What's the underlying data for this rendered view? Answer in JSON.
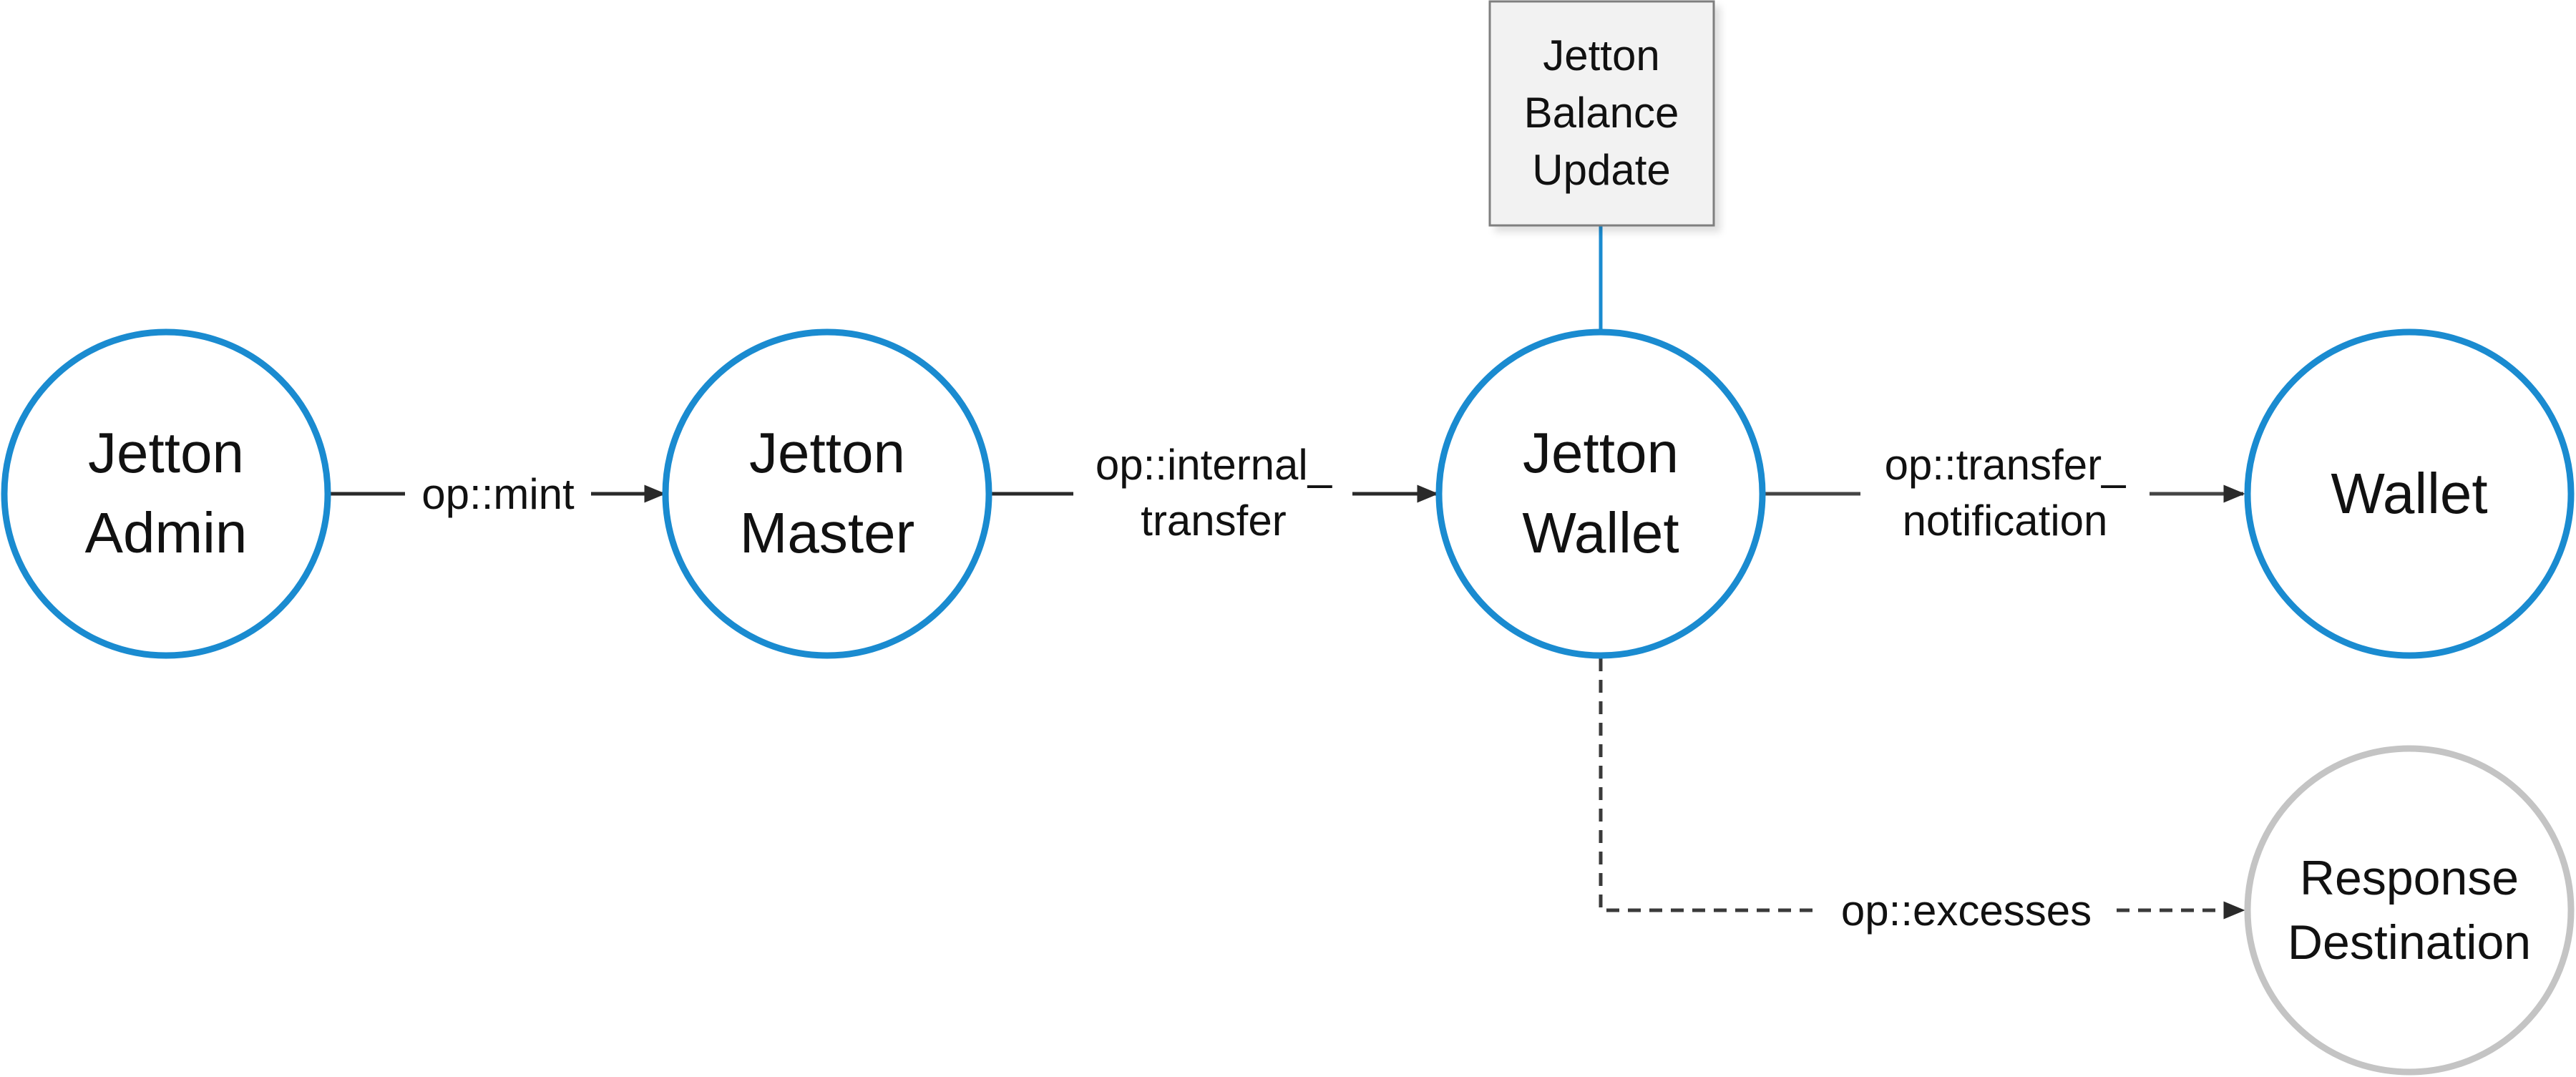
{
  "colors": {
    "node_border": "#1a8bd0",
    "inactive_border": "#c4c4c4",
    "edge": "#3a3a3a",
    "box_fill": "#f2f2f2",
    "box_border": "#7f7f7f"
  },
  "nodes": {
    "jetton_admin": {
      "line1": "Jetton",
      "line2": "Admin"
    },
    "jetton_master": {
      "line1": "Jetton",
      "line2": "Master"
    },
    "jetton_wallet": {
      "line1": "Jetton",
      "line2": "Wallet"
    },
    "wallet": {
      "line1": "Wallet"
    },
    "response_destination": {
      "line1": "Response",
      "line2": "Destination"
    }
  },
  "balance_box": {
    "line1": "Jetton",
    "line2": "Balance",
    "line3": "Update"
  },
  "edges": {
    "mint": {
      "label": "op::mint"
    },
    "internal_transfer": {
      "line1": "op::internal_",
      "line2": "transfer"
    },
    "transfer_notification": {
      "line1": "op::transfer_",
      "line2": "notification"
    },
    "excesses": {
      "label": "op::excesses"
    }
  }
}
